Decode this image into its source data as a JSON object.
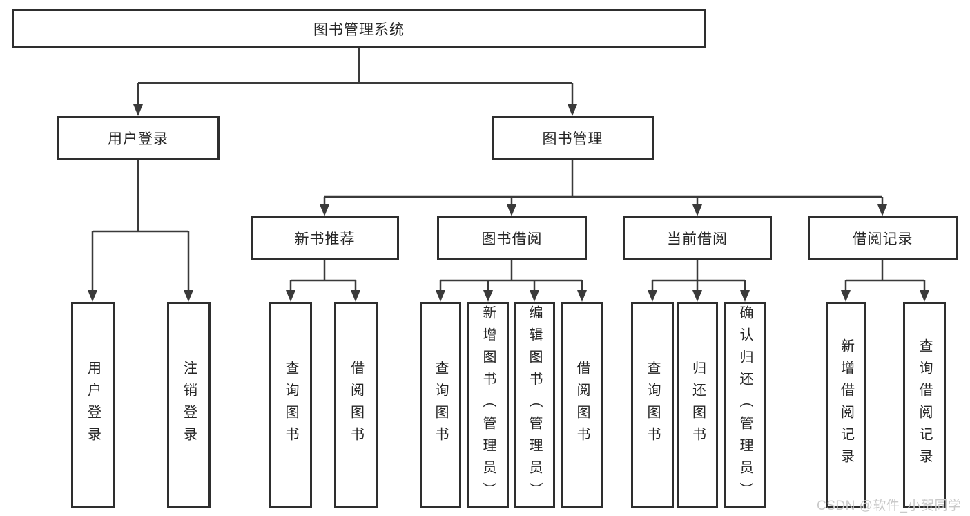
{
  "tree": {
    "root": {
      "label": "图书管理系统",
      "children": [
        {
          "label": "用户登录",
          "children": [
            {
              "label": "用户登录"
            },
            {
              "label": "注销登录"
            }
          ]
        },
        {
          "label": "图书管理",
          "children": [
            {
              "label": "新书推荐",
              "children": [
                {
                  "label": "查询图书"
                },
                {
                  "label": "借阅图书"
                }
              ]
            },
            {
              "label": "图书借阅",
              "children": [
                {
                  "label": "查询图书"
                },
                {
                  "label": "新增图书（管理员）"
                },
                {
                  "label": "编辑图书（管理员）"
                },
                {
                  "label": "借阅图书"
                }
              ]
            },
            {
              "label": "当前借阅",
              "children": [
                {
                  "label": "查询图书"
                },
                {
                  "label": "归还图书"
                },
                {
                  "label": "确认归还（管理员）"
                }
              ]
            },
            {
              "label": "借阅记录",
              "children": [
                {
                  "label": "新增借阅记录"
                },
                {
                  "label": "查询借阅记录"
                }
              ]
            }
          ]
        }
      ]
    }
  },
  "watermark": "CSDN @软件_小贺同学",
  "colors": {
    "line": "#3a3a3a",
    "box_border": "#2e2e2e",
    "text": "#262626",
    "background": "#ffffff",
    "watermark": "#c9c9c9"
  }
}
